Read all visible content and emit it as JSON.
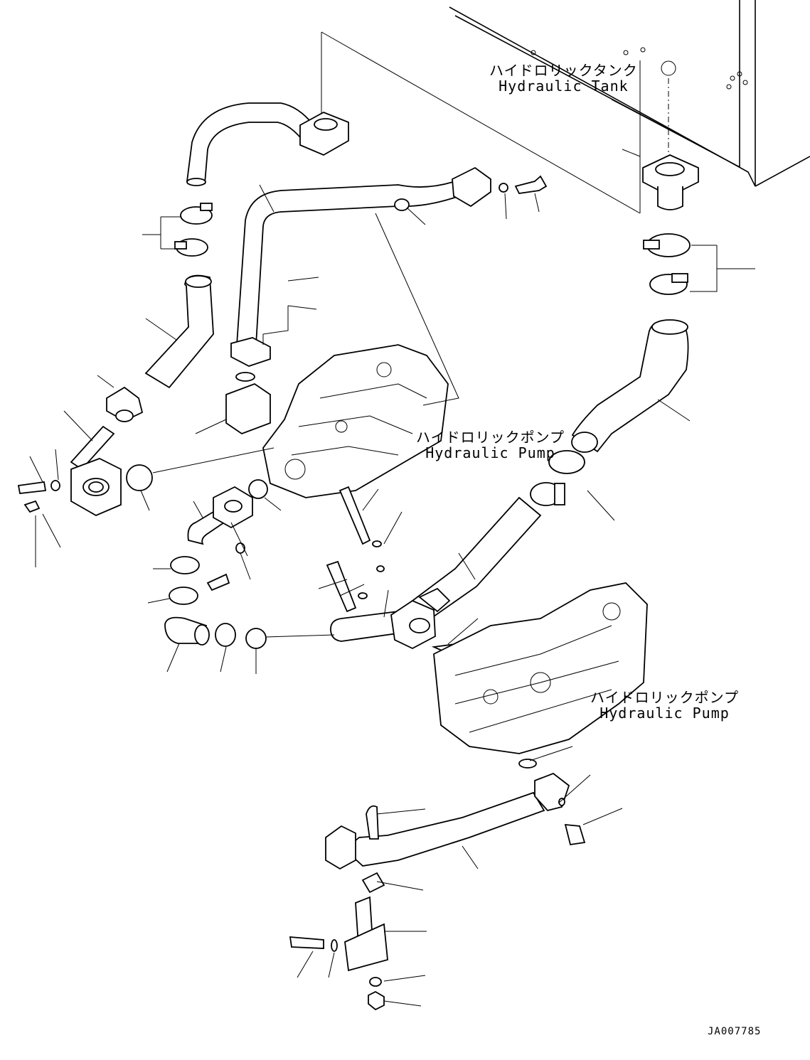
{
  "labels": {
    "tank_jp": "ハイドロリックタンク",
    "tank_en": "Hydraulic Tank",
    "pump1_jp": "ハイドロリックポンプ",
    "pump1_en": "Hydraulic Pump",
    "pump2_jp": "ハイドロリックポンプ",
    "pump2_en": "Hydraulic Pump"
  },
  "drawing_id": "JA007785"
}
